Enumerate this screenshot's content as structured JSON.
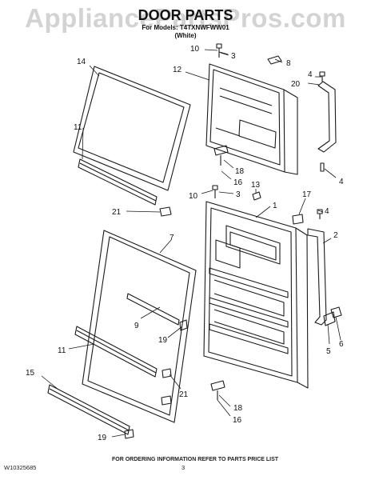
{
  "header": {
    "watermark": "AppliancePartsPros.com",
    "title": "DOOR PARTS",
    "subtitle_model": "For Models: T4TXNWFWW01",
    "subtitle_color": "(White)"
  },
  "callouts": {
    "upper_door": [
      "10",
      "3",
      "8",
      "4",
      "20",
      "14",
      "12",
      "11",
      "18",
      "16",
      "4"
    ],
    "lower_door": [
      "10",
      "3",
      "13",
      "17",
      "4",
      "1",
      "2",
      "21",
      "7",
      "9",
      "19",
      "11",
      "5",
      "6",
      "15",
      "21",
      "18",
      "16",
      "19"
    ]
  },
  "footer": {
    "doc_number": "W10325685",
    "ordering_note": "FOR ORDERING INFORMATION REFER TO PARTS PRICE LIST",
    "page_number": "3"
  }
}
